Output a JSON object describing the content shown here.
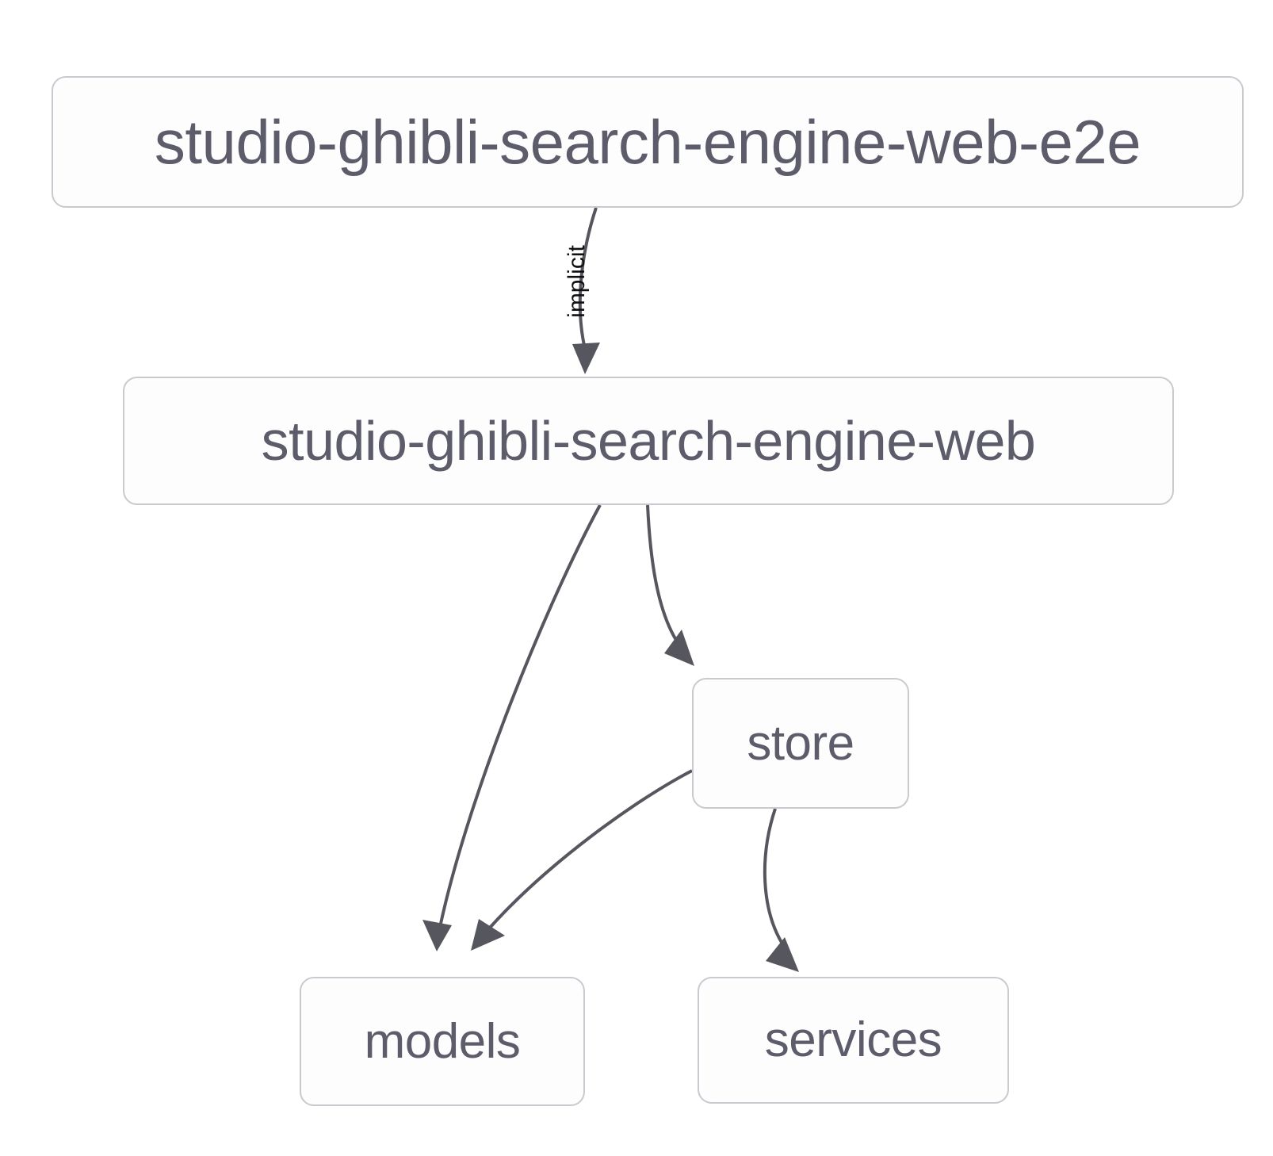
{
  "diagram": {
    "type": "dependency-graph",
    "background_color": "#ffffff",
    "node_fill_color": "#fdfdfd",
    "node_border_color": "#c9c9cf",
    "node_text_color": "#5c5c6b",
    "edge_color": "#56565e",
    "edge_label_color": "#111111",
    "nodes": [
      {
        "id": "e2e",
        "label": "studio-ghibli-search-engine-web-e2e"
      },
      {
        "id": "web",
        "label": "studio-ghibli-search-engine-web"
      },
      {
        "id": "store",
        "label": "store"
      },
      {
        "id": "models",
        "label": "models"
      },
      {
        "id": "services",
        "label": "services"
      }
    ],
    "edges": [
      {
        "from": "e2e",
        "to": "web",
        "label": "implicit"
      },
      {
        "from": "web",
        "to": "models",
        "label": ""
      },
      {
        "from": "web",
        "to": "store",
        "label": ""
      },
      {
        "from": "store",
        "to": "models",
        "label": ""
      },
      {
        "from": "store",
        "to": "services",
        "label": ""
      }
    ]
  }
}
